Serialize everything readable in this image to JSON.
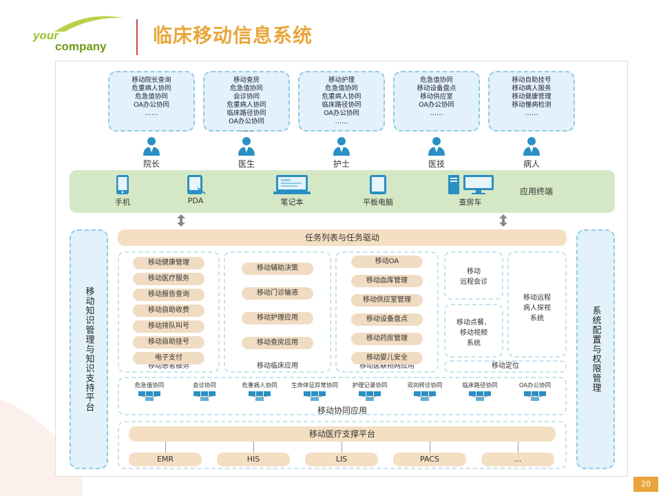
{
  "logo": {
    "your": "your",
    "company": "company"
  },
  "title": "临床移动信息系统",
  "page_number": "20",
  "roles": [
    {
      "lines": [
        "移动院长查询",
        "危重病人协同",
        "危急值协同",
        "OA办公协同",
        "……"
      ],
      "label": "院长"
    },
    {
      "lines": [
        "移动查房",
        "危急值协同",
        "会诊协同",
        "危重病人协同",
        "临床路径协同",
        "OA办公协同",
        "……"
      ],
      "label": "医生"
    },
    {
      "lines": [
        "移动护理",
        "危急值协同",
        "危重病人协同",
        "临床路径协同",
        "OA办公协同",
        "……"
      ],
      "label": "护士"
    },
    {
      "lines": [
        "危急值协同",
        "移动设备盘点",
        "移动供应室",
        "OA办公协同",
        "……"
      ],
      "label": "医技"
    },
    {
      "lines": [
        "移动自助挂号",
        "移动病人服务",
        "移动健康管理",
        "移动慢病检测",
        "……"
      ],
      "label": "病人"
    }
  ],
  "terminals": {
    "items": [
      "手机",
      "PDA",
      "笔记本",
      "平板电脑",
      "查房车"
    ],
    "label": "应用终端"
  },
  "left_column": "移动知识管理与知识支持平台",
  "right_column": "系统配置与权限管理",
  "task_bar": "任务列表与任务驱动",
  "col1": {
    "items": [
      "移动健康管理",
      "移动医疗服务",
      "移动报告查询",
      "移动自助收费",
      "移动排队叫号",
      "移动自助挂号",
      "电子支付"
    ],
    "caption": "移动患者服务"
  },
  "col2": {
    "items": [
      "移动辅助决策",
      "移动门诊输液",
      "移动护理应用",
      "移动查房应用"
    ],
    "caption": "移动临床应用"
  },
  "col3": {
    "items": [
      "移动OA",
      "移动血库管理",
      "移动供应室管理",
      "移动设备盘点",
      "移动药房管理",
      "移动婴儿安全"
    ],
    "caption": "移动医联物网应用"
  },
  "col4": {
    "remote": "移动\n远程会诊",
    "meal": "移动点餐、\n移动视频\n系统",
    "visit": "移动远程\n病人探视\n系统",
    "location": "移动定位"
  },
  "coop": {
    "items": [
      "危急值协同",
      "会诊协同",
      "危重病人协同",
      "生命体征异常协同",
      "护理记录协同",
      "双向转诊协同",
      "临床路径协同",
      "OA办公协同"
    ],
    "caption": "移动协同应用"
  },
  "platform": {
    "title": "移动医疗支撑平台",
    "systems": [
      "EMR",
      "HIS",
      "LIS",
      "PACS",
      "…"
    ]
  }
}
